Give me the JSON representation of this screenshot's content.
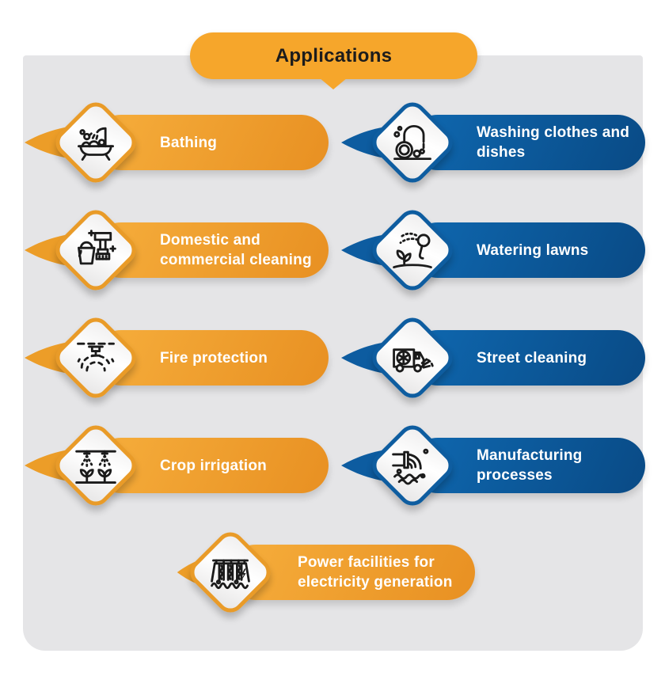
{
  "header": {
    "title": "Applications"
  },
  "items": [
    {
      "id": "bathing",
      "label": "Bathing",
      "theme": "orange",
      "column": "left",
      "row": 1,
      "icon": "bathtub-shower-icon"
    },
    {
      "id": "washing",
      "label": "Washing clothes and dishes",
      "theme": "blue",
      "column": "right",
      "row": 1,
      "icon": "faucet-dishes-icon"
    },
    {
      "id": "cleaning",
      "label": "Domestic and commercial cleaning",
      "theme": "orange",
      "column": "left",
      "row": 2,
      "icon": "bucket-brush-icon"
    },
    {
      "id": "watering",
      "label": "Watering lawns",
      "theme": "blue",
      "column": "right",
      "row": 2,
      "icon": "sprayer-plant-icon"
    },
    {
      "id": "fire",
      "label": "Fire protection",
      "theme": "orange",
      "column": "left",
      "row": 3,
      "icon": "fire-sprinkler-icon"
    },
    {
      "id": "street",
      "label": "Street cleaning",
      "theme": "blue",
      "column": "right",
      "row": 3,
      "icon": "sweeper-truck-icon"
    },
    {
      "id": "crop",
      "label": "Crop irrigation",
      "theme": "orange",
      "column": "left",
      "row": 4,
      "icon": "irrigation-pipe-icon"
    },
    {
      "id": "manufacturing",
      "label": "Manufacturing processes",
      "theme": "blue",
      "column": "right",
      "row": 4,
      "icon": "waste-pipe-icon"
    },
    {
      "id": "power",
      "label": "Power facilities for electricity generation",
      "theme": "orange",
      "column": "center",
      "row": 5,
      "icon": "hydro-dam-icon"
    }
  ],
  "colors": {
    "header-bg": "#F6A62B",
    "header-text": "#1C1C1C",
    "panel-bg": "#E5E5E7",
    "tail-orange": "#EC9D28",
    "tail-blue": "#0D5CA0",
    "diamond-border-orange": "#E99B28",
    "diamond-border-blue": "#0E5DA0",
    "bar-orange-top": "#F6AE3C",
    "bar-orange-bottom": "#E89022",
    "bar-blue-top": "#0F68B0",
    "bar-blue-bottom": "#094A85",
    "label-color": "#FFFFFF",
    "icon-stroke": "#1B1B1B"
  }
}
